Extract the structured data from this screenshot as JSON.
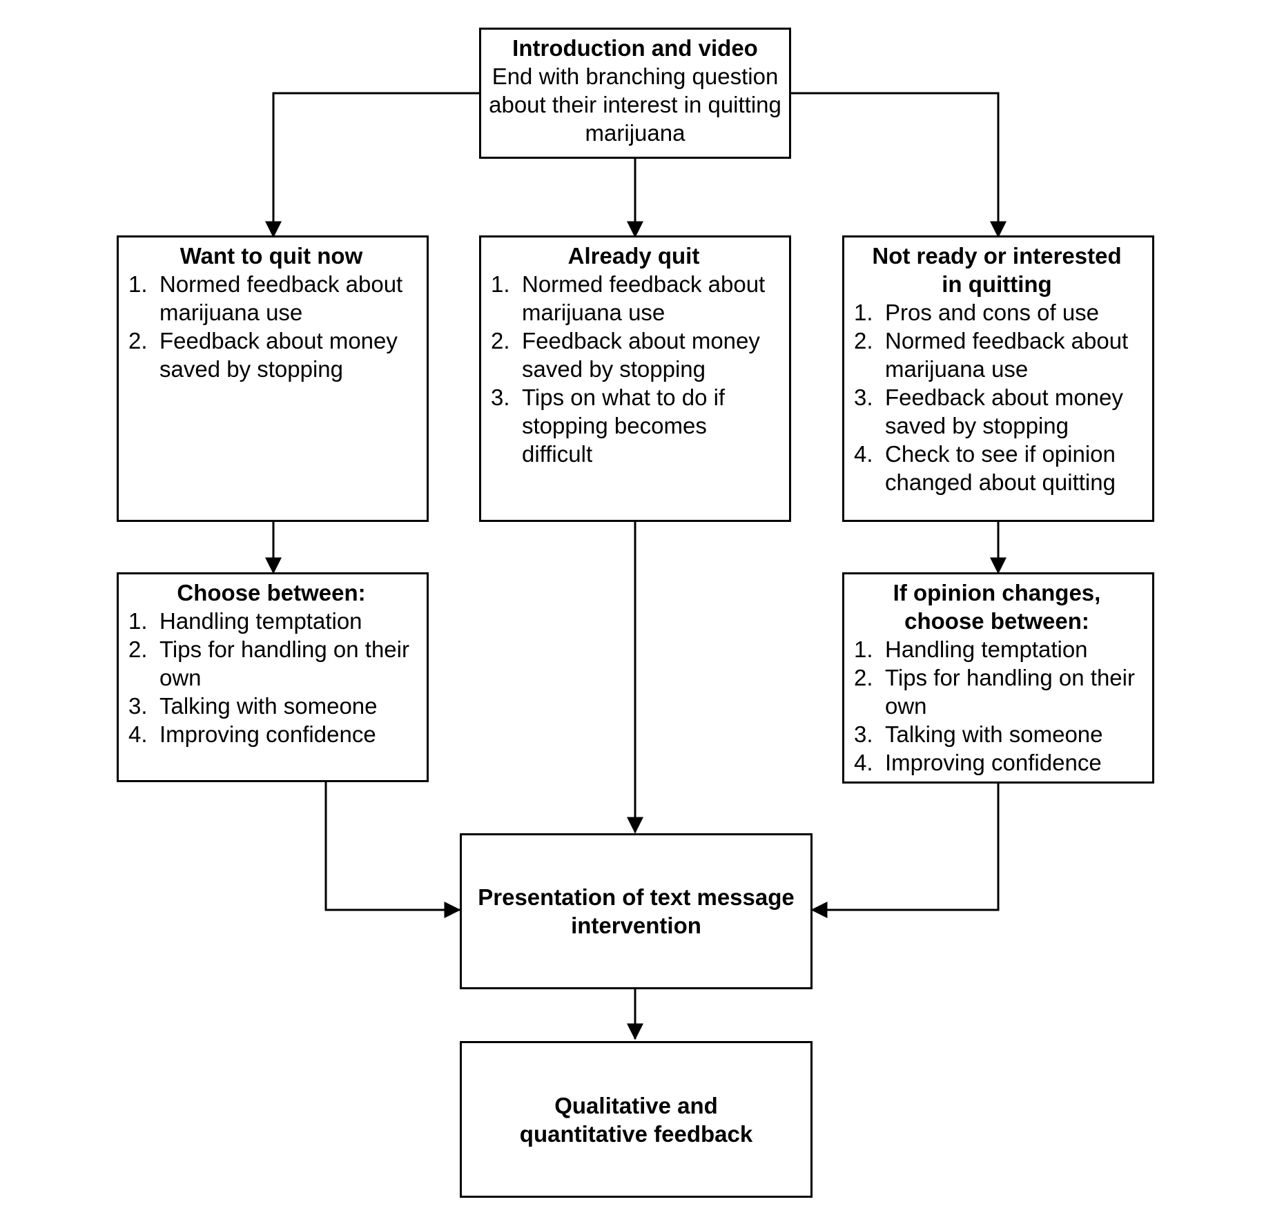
{
  "intro": {
    "title": "Introduction and video",
    "subtitle": "End with branching question about their interest in quitting marijuana"
  },
  "want_quit": {
    "title": "Want to quit now",
    "items": [
      {
        "num": "1.",
        "text": "Normed feedback about marijuana use"
      },
      {
        "num": "2.",
        "text": "Feedback about money saved by stopping"
      }
    ]
  },
  "already_quit": {
    "title": "Already quit",
    "items": [
      {
        "num": "1.",
        "text": "Normed feedback about marijuana use"
      },
      {
        "num": "2.",
        "text": "Feedback about money saved by stopping"
      },
      {
        "num": "3.",
        "text": "Tips on what to do if stopping becomes difficult"
      }
    ]
  },
  "not_ready": {
    "title": "Not ready or interested in quitting",
    "items": [
      {
        "num": "1.",
        "text": "Pros and cons of use"
      },
      {
        "num": "2.",
        "text": "Normed feedback about marijuana use"
      },
      {
        "num": "3.",
        "text": "Feedback about money saved by stopping"
      },
      {
        "num": "4.",
        "text": "Check to see if opinion changed about quitting"
      }
    ]
  },
  "choose_left": {
    "title": "Choose between:",
    "items": [
      {
        "num": "1.",
        "text": "Handling temptation"
      },
      {
        "num": "2.",
        "text": "Tips for handling on their own"
      },
      {
        "num": "3.",
        "text": "Talking with someone"
      },
      {
        "num": "4.",
        "text": "Improving confidence"
      }
    ]
  },
  "choose_right": {
    "title": "If opinion changes, choose between:",
    "items": [
      {
        "num": "1.",
        "text": "Handling temptation"
      },
      {
        "num": "2.",
        "text": "Tips for handling on their own"
      },
      {
        "num": "3.",
        "text": "Talking with someone"
      },
      {
        "num": "4.",
        "text": "Improving confidence"
      }
    ]
  },
  "presentation": {
    "title": "Presentation of text message intervention"
  },
  "feedback": {
    "title": "Qualitative and quantitative feedback"
  },
  "colors": {
    "line": "#000000",
    "background": "#ffffff"
  }
}
